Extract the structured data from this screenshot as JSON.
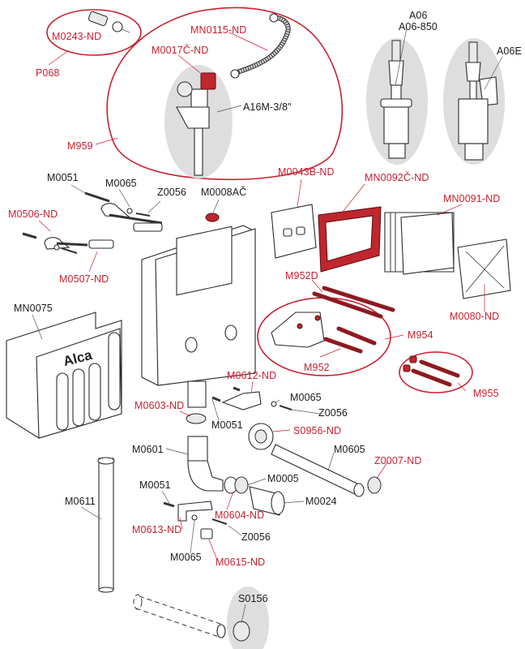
{
  "diagram": {
    "title": "Alca concealed cistern module – exploded spare parts view",
    "brand_logo": "Alca",
    "colors": {
      "spare_part_label": "#c8202f",
      "standard_label": "#1a1a1a",
      "group_outline": "#c8202f",
      "highlight_part": "#c0262d",
      "bubble_background": "#dedede"
    },
    "labels": {
      "M0243_ND": "M0243-ND",
      "P068": "P068",
      "MN0115_ND": "MN0115-ND",
      "M0017C_ND": "M0017Č-ND",
      "A16M": "A16M-3/8\"",
      "M959": "M959",
      "A06": "A06",
      "A06_850": "A06-850",
      "A06E": "A06E",
      "M0051_top": "M0051",
      "M0065_top": "M0065",
      "Z0056_top": "Z0056",
      "M0008AC": "M0008AČ",
      "M0506_ND": "M0506-ND",
      "M0507_ND": "M0507-ND",
      "M0043B_ND": "M0043B-ND",
      "MN0092C_ND": "MN0092Č-ND",
      "MN0091_ND": "MN0091-ND",
      "M952D": "M952D",
      "M0080_ND": "M0080-ND",
      "MN0075": "MN0075",
      "M954": "M954",
      "M952": "M952",
      "M955": "M955",
      "M0612_ND": "M0612-ND",
      "M0065_mid": "M0065",
      "Z0056_mid": "Z0056",
      "M0603_ND": "M0603-ND",
      "M0051_mid": "M0051",
      "S0956_ND": "S0956-ND",
      "M0601": "M0601",
      "M0605": "M0605",
      "Z0007_ND": "Z0007-ND",
      "M0005": "M0005",
      "M0051_low": "M0051",
      "M0024": "M0024",
      "M0611": "M0611",
      "M0604_ND": "M0604-ND",
      "M0613_ND": "M0613-ND",
      "Z0056_low": "Z0056",
      "M0065_low": "M0065",
      "M0615_ND": "M0615-ND",
      "S0156": "S0156"
    }
  }
}
